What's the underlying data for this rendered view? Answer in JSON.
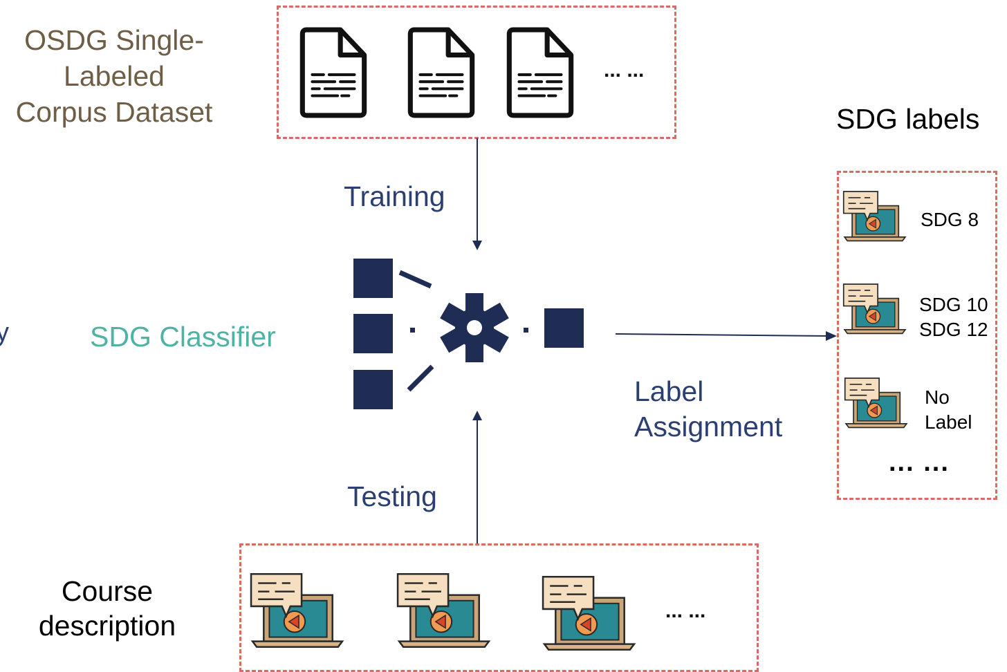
{
  "dataset": {
    "line1": "OSDG Single-",
    "line2": "Labeled",
    "line3": "Corpus Dataset",
    "ellipsis": "... ..."
  },
  "flow": {
    "training": "Training",
    "testing": "Testing",
    "label_assignment_line1": "Label",
    "label_assignment_line2": "Assignment"
  },
  "classifier": {
    "label": "SDG Classifier"
  },
  "labels": {
    "title": "SDG labels",
    "item1": "SDG 8",
    "item2_line1": "SDG 10",
    "item2_line2": "SDG 12",
    "item3_line1": "No",
    "item3_line2": "Label",
    "ellipsis": "... ..."
  },
  "course": {
    "line1": "Course",
    "line2": "description",
    "ellipsis": "... ..."
  },
  "left_edge_text": "y",
  "colors": {
    "dataset_text": "#6e5e45",
    "flow_text": "#2b3f72",
    "classifier_text": "#4fb3a4",
    "dashed_border": "#d76b66",
    "navy": "#1f2d55",
    "laptop_screen": "#2a8a93",
    "chat_bubble": "#f6dfc0",
    "play_orange": "#e4783a"
  }
}
